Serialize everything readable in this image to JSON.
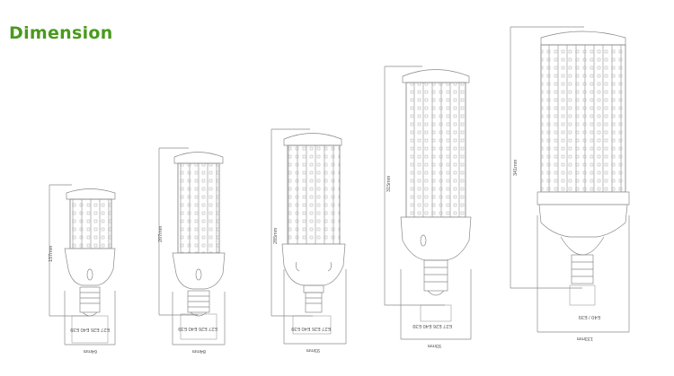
{
  "header": {
    "title": "Dimension",
    "title_color": "#4a9a1c"
  },
  "colors": {
    "line": "#8a8a8a",
    "led": "#b9b9b9",
    "text": "#555555"
  },
  "lamps": [
    {
      "height_label": "157mm",
      "width_label": "64mm",
      "base_label": "E27 E26 E40 E39"
    },
    {
      "height_label": "207mm",
      "width_label": "84mm",
      "base_label": "E27 E26 E40 E39"
    },
    {
      "height_label": "285mm",
      "width_label": "93mm",
      "base_label": "E27 E26 E40 E39"
    },
    {
      "height_label": "315mm",
      "width_label": "93mm",
      "base_label": "E27 E26 E40 E39"
    },
    {
      "height_label": "341mm",
      "width_label": "133mm",
      "base_label": "E40 / E39"
    }
  ]
}
